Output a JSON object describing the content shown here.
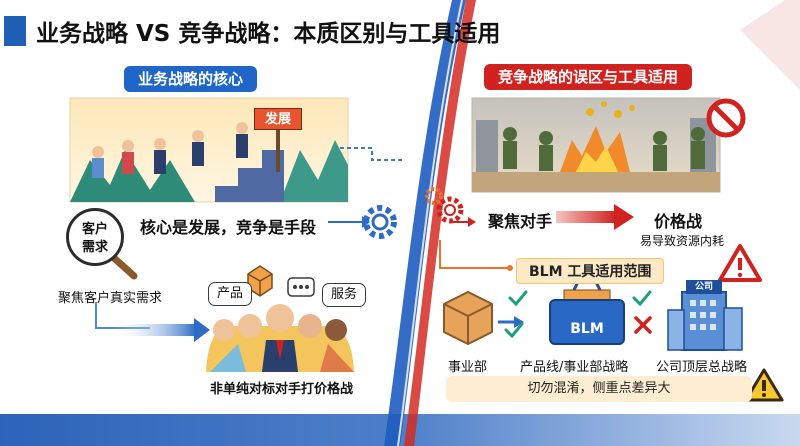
{
  "header": {
    "title": "业务战略 VS 竞争战略：本质区别与工具适用"
  },
  "left": {
    "heading": "业务战略的核心",
    "sign_label": "发展",
    "core_text": "核心是发展，竞争是手段",
    "need_label_line1": "客户",
    "need_label_line2": "需求",
    "focus_text": "聚焦客户真实需求",
    "bubble_product": "产品",
    "bubble_service": "服务",
    "not_text": "非单纯对标对手打价格战"
  },
  "right": {
    "heading": "竞争战略的误区与工具适用",
    "rival_text": "聚焦对手",
    "price_text": "价格战",
    "waste_text": "易导致资源内耗",
    "tool_heading": "BLM 工具适用范围",
    "blm_label": "BLM",
    "corp_sign": "公司",
    "bu_label": "事业部",
    "pl_label": "产品线/事业部战略",
    "corp_label": "公司顶层总战略",
    "mix_text": "切勿混淆，侧重点差异大"
  },
  "colors": {
    "blue": "#1f66c8",
    "red": "#d0231f",
    "green": "#1aa07a",
    "orange": "#e8742d"
  }
}
